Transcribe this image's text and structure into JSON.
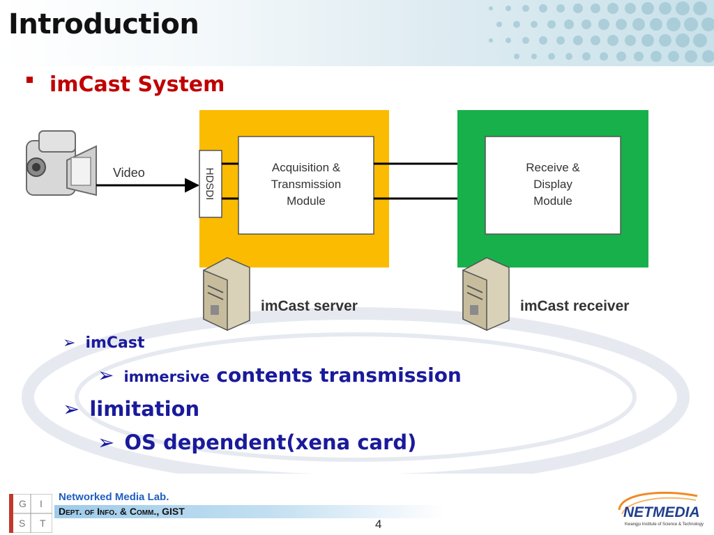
{
  "slide": {
    "title": "Introduction",
    "bullet": "imCast System",
    "page_number": "4"
  },
  "diagram": {
    "video_label": "Video",
    "hdsdi_label": "HDSDI",
    "acquisition_module": [
      "Acquisition &",
      "Transmission",
      "Module"
    ],
    "receive_module": [
      "Receive &",
      "Display",
      "Module"
    ],
    "server_label": "imCast server",
    "receiver_label": "imCast receiver",
    "colors": {
      "server_box": "#fbbb00",
      "receiver_box": "#17b04a",
      "arrow": "#000000"
    }
  },
  "bullets": {
    "imcast": "imCast",
    "immersive": "immersive",
    "contents": "contents transmission",
    "limitation": "limitation",
    "os": "OS dependent(xena card)"
  },
  "footer": {
    "lab": "Networked Media Lab.",
    "dept": "Dept. of Info. & Comm., GIST",
    "gist_letters": [
      "G",
      "I",
      "S",
      "T"
    ],
    "netmedia_logo": "NETMEDIA",
    "netmedia_sub": "Kwangju Institute of Science & Technology"
  },
  "icons": {
    "bullet_arrow": "➢",
    "bullet_square": "square"
  }
}
